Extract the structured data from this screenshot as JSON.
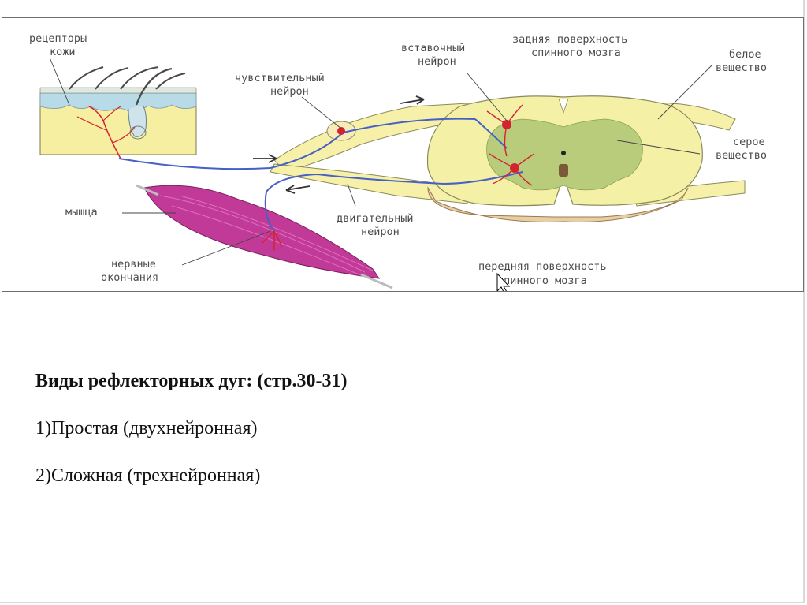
{
  "diagram": {
    "labels": {
      "skin_receptors_1": "рецепторы",
      "skin_receptors_2": "кожи",
      "sensory_neuron_1": "чувствительный",
      "sensory_neuron_2": "нейрон",
      "interneuron_1": "вставочный",
      "interneuron_2": "нейрон",
      "posterior_surface_1": "задняя поверхность",
      "posterior_surface_2": "спинного мозга",
      "white_matter_1": "белое",
      "white_matter_2": "вещество",
      "gray_matter_1": "серое",
      "gray_matter_2": "вещество",
      "muscle": "мышца",
      "motor_neuron_1": "двигательный",
      "motor_neuron_2": "нейрон",
      "nerve_endings_1": "нервные",
      "nerve_endings_2": "окончания",
      "anterior_surface_1": "передняя поверхность",
      "anterior_surface_2": "спинного мозга"
    },
    "colors": {
      "skin": "#f6eea0",
      "skin_top": "#b9dbe8",
      "white_matter": "#f4f0a6",
      "gray_matter": "#b8cc7c",
      "root_ganglion": "#f8edb8",
      "muscle": "#c13a98",
      "neuron": "#d4232f",
      "sensory_fiber": "#4660c8",
      "bone_tan": "#e7cfa3"
    }
  },
  "text": {
    "heading": "Виды рефлекторных дуг: (стр.30-31)",
    "item1": "1)Простая (двухнейронная)",
    "item2": "2)Сложная (трехнейронная)"
  }
}
